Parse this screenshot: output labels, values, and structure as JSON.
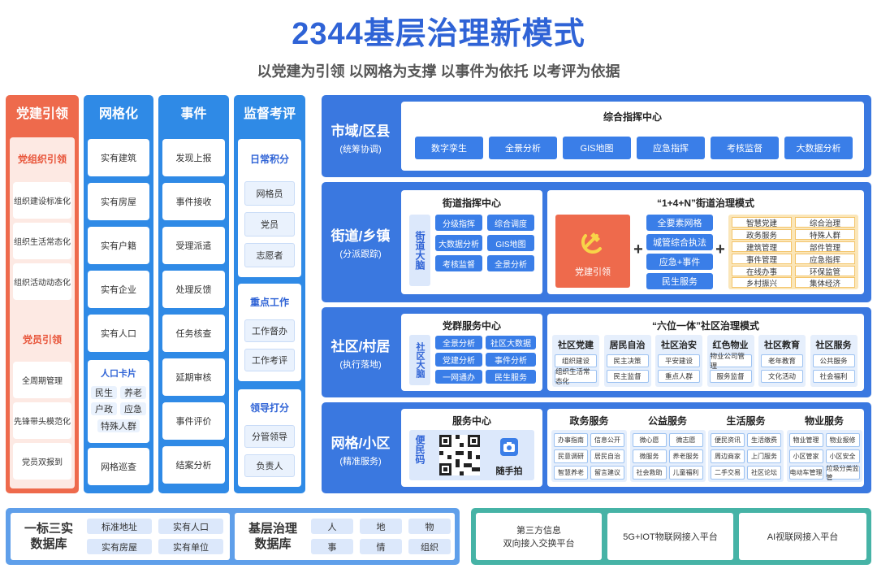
{
  "title": "2344基层治理新模式",
  "subtitle": "以党建为引领 以网格为支撑 以事件为依托 以考评为依据",
  "col_party": {
    "title": "党建引领",
    "group1_title": "党组织引领",
    "group1_items": [
      "组织建设标准化",
      "组织生活常态化",
      "组织活动动态化"
    ],
    "group2_title": "党员引领",
    "group2_items": [
      "全周期管理",
      "先锋带头模范化",
      "党员双报到"
    ]
  },
  "col_grid": {
    "title": "网格化",
    "items": [
      "实有建筑",
      "实有房屋",
      "实有户籍",
      "实有企业",
      "实有人口"
    ],
    "card_title": "人口卡片",
    "card_tags": [
      "民生",
      "养老",
      "户政",
      "应急",
      "特殊人群"
    ],
    "last": "网格巡查"
  },
  "col_event": {
    "title": "事件",
    "items": [
      "发现上报",
      "事件接收",
      "受理派遣",
      "处理反馈",
      "任务核查",
      "延期审核",
      "事件评价",
      "结案分析"
    ]
  },
  "col_supervise": {
    "title": "监督考评",
    "g1_title": "日常积分",
    "g1_items": [
      "网格员",
      "党员",
      "志愿者"
    ],
    "g2_title": "重点工作",
    "g2_items": [
      "工作督办",
      "工作考评"
    ],
    "g3_title": "领导打分",
    "g3_items": [
      "分管领导",
      "负责人"
    ]
  },
  "row_city": {
    "label": "市域/区县",
    "sub": "(统筹协调)",
    "panel_title": "综合指挥中心",
    "buttons": [
      "数字孪生",
      "全景分析",
      "GIS地图",
      "应急指挥",
      "考核监督",
      "大数据分析"
    ]
  },
  "row_street": {
    "label": "街道/乡镇",
    "sub": "(分派跟踪)",
    "center_title": "街道指挥中心",
    "brain": "街道大脑",
    "brain_items": [
      "分级指挥",
      "综合调度",
      "大数据分析",
      "GIS地图",
      "考核监督",
      "全景分析"
    ],
    "mode_title": "“1+4+N”街道治理模式",
    "party_label": "党建引领",
    "plus": "+",
    "mid_items": [
      "全要素网格",
      "城管综合执法",
      "应急+事件",
      "民生服务"
    ],
    "right_items": [
      "智慧党建",
      "综合治理",
      "政务服务",
      "特殊人群",
      "建筑管理",
      "部件管理",
      "事件管理",
      "应急指挥",
      "在线办事",
      "环保监管",
      "乡村振兴",
      "集体经济"
    ]
  },
  "row_community": {
    "label": "社区/村居",
    "sub": "(执行落地)",
    "center_title": "党群服务中心",
    "brain": "社区大脑",
    "brain_items": [
      "全景分析",
      "社区大数据",
      "党建分析",
      "事件分析",
      "一网通办",
      "民生服务"
    ],
    "mode_title": "“六位一体”社区治理模式",
    "groups": [
      {
        "title": "社区党建",
        "items": [
          "组织建设",
          "组织生活常态化"
        ]
      },
      {
        "title": "居民自治",
        "items": [
          "民主决策",
          "民主监督"
        ]
      },
      {
        "title": "社区治安",
        "items": [
          "平安建设",
          "重点人群"
        ]
      },
      {
        "title": "红色物业",
        "items": [
          "物业公司管理",
          "服务监督"
        ]
      },
      {
        "title": "社区教育",
        "items": [
          "老年教育",
          "文化活动"
        ]
      },
      {
        "title": "社区服务",
        "items": [
          "公共服务",
          "社会福利"
        ]
      }
    ]
  },
  "row_grid": {
    "label": "网格/小区",
    "sub": "(精准服务)",
    "center_title": "服务中心",
    "convenience": "便民码",
    "snap": "随手拍",
    "groups": [
      {
        "title": "政务服务",
        "items": [
          "办事指南",
          "信息公开",
          "民意调研",
          "居民自治",
          "智慧养老",
          "留言建议"
        ]
      },
      {
        "title": "公益服务",
        "items": [
          "微心愿",
          "微志愿",
          "微服务",
          "养老服务",
          "社会救助",
          "儿童福利"
        ]
      },
      {
        "title": "生活服务",
        "items": [
          "便民资讯",
          "生活缴费",
          "周边商家",
          "上门服务",
          "二手交易",
          "社区论坛"
        ]
      },
      {
        "title": "物业服务",
        "items": [
          "物业管理",
          "物业报修",
          "小区管家",
          "小区安全",
          "电动车管理",
          "垃圾分类监管"
        ]
      }
    ]
  },
  "bottom_db1": {
    "label": "一标三实\n数据库",
    "items": [
      "标准地址",
      "实有人口",
      "实有房屋",
      "实有单位"
    ]
  },
  "bottom_db2": {
    "label": "基层治理\n数据库",
    "items": [
      "人",
      "地",
      "物",
      "事",
      "情",
      "组织"
    ]
  },
  "bottom_platforms": [
    "第三方信息\n双向接入交换平台",
    "5G+IOT物联网接入平台",
    "AI视联网接入平台"
  ],
  "colors": {
    "title_blue": "#2f63d6",
    "party_red": "#ee6a4c",
    "column_blue": "#2f8ae6",
    "row_blue": "#3a78e0",
    "bottom_teal": "#46b3a6",
    "highlight_yellow": "#f3c46a"
  }
}
